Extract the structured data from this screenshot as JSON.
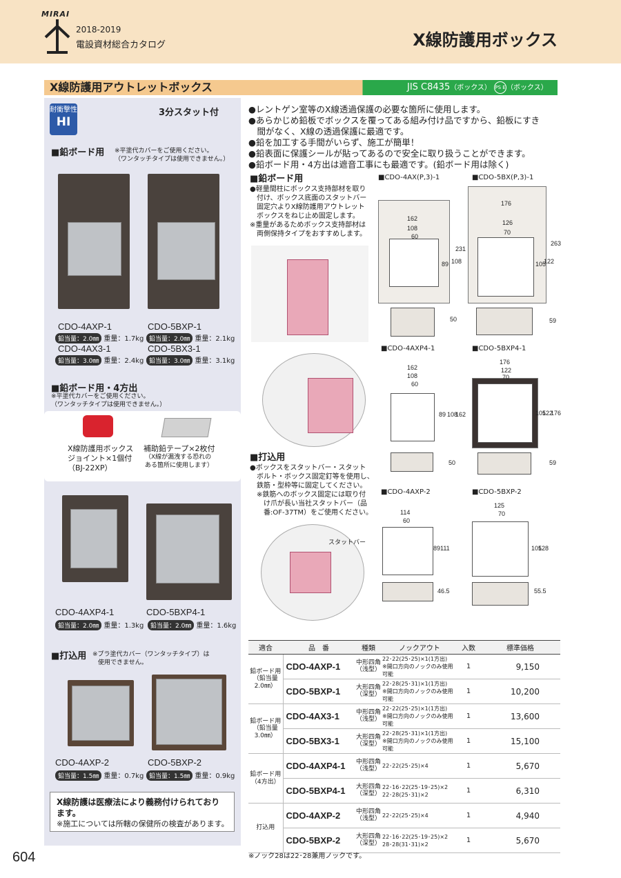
{
  "header": {
    "logo": "MIRAI",
    "year": "2018-2019",
    "catalog": "電設資材総合カタログ",
    "page_title": "X線防護用ボックス"
  },
  "section": {
    "title": "X線防護用アウトレットボックス",
    "jis": "JIS C8435",
    "jis_suffix": "（ボックス）",
    "ps_mark": "PS E",
    "ps_suffix": "（ボックス）"
  },
  "left": {
    "badge_top": "耐衝撃性",
    "badge_main": "HI",
    "stud": "3分スタット付",
    "lead_board": "■鉛ボード用",
    "lead_board_note1": "※平塗代カバーをご使用ください。",
    "lead_board_note2": "（ワンタッチタイプは使用できません。）",
    "m1": "CDO-4AXP-1",
    "m2": "CDO-5BXP-1",
    "m1_spec_label": "鉛当量：2.0㎜",
    "m1_spec_weight": "重量：1.7kg",
    "m2_spec_label": "鉛当量：2.0㎜",
    "m2_spec_weight": "重量：2.1kg",
    "m3": "CDO-4AX3-1",
    "m4": "CDO-5BX3-1",
    "m3_spec_label": "鉛当量：3.0㎜",
    "m3_spec_weight": "重量：2.4kg",
    "m4_spec_label": "鉛当量：3.0㎜",
    "m4_spec_weight": "重量：3.1kg",
    "lead4": "■鉛ボード用・4方出",
    "lead4_note1": "※平塗代カバーをご使用ください。",
    "lead4_note2": "（ワンタッチタイプは使用できません。）",
    "joint1": "X線防護用ボックス",
    "joint2": "ジョイント×1個付",
    "joint3": "（BJ-22XP）",
    "tape1": "補助鉛テープ×2枚付",
    "tape2": "（X線が漏洩する恐れの",
    "tape3": "ある箇所に使用します）",
    "m5": "CDO-4AXP4-1",
    "m6": "CDO-5BXP4-1",
    "m5_spec_label": "鉛当量：2.0㎜",
    "m5_spec_weight": "重量：1.3kg",
    "m6_spec_label": "鉛当量：2.0㎜",
    "m6_spec_weight": "重量：1.6kg",
    "uchikomi": "■打込用",
    "uchikomi_note1": "※プラ塗代カバー（ワンタッチタイプ）は",
    "uchikomi_note2": "使用できません。",
    "m7": "CDO-4AXP-2",
    "m8": "CDO-5BXP-2",
    "m7_spec_label": "鉛当量：1.5㎜",
    "m7_spec_weight": "重量：0.7kg",
    "m8_spec_label": "鉛当量：1.5㎜",
    "m8_spec_weight": "重量：0.9kg",
    "law1": "X線防護は医療法により義務付けられており",
    "law2": "ます。",
    "law3": "※施工については所轄の保健所の検査があります。"
  },
  "bullets": [
    "●レントゲン室等のX線透過保護の必要な箇所に使用します。",
    "●あらかじめ鉛板でボックスを覆ってある組み付け品ですから、鉛板にすき",
    "　間がなく、X線の透過保護に最適です。",
    "●鉛を加工する手間がいらず、施工が簡単！",
    "●鉛表面に保護シールが貼ってあるので安全に取り扱うことができます。",
    "●鉛ボード用・4方出は遮音工事にも最適です。(鉛ボード用は除く)"
  ],
  "mid": {
    "lead_title": "■鉛ボード用",
    "lead_notes": [
      "●軽量間柱にボックス支持部材を取り",
      "　付け、ボックス底面のスタットバー",
      "　固定穴よりX線防護用アウトレット",
      "　ボックスをねじ止め固定します。",
      "※重量があるためボックス支持部材は",
      "　両側保持タイプをおすすめします。"
    ],
    "uchi_title": "■打込用",
    "uchi_notes": [
      "●ボックスをスタットバー・スタット",
      "　ボルト・ボックス固定釘等を使用し、",
      "　鉄筋・型枠等に固定してください。",
      "　※鉄筋へのボックス固定には取り付",
      "　　け爪が長い当社スタットバー（品",
      "　　番:OF-37TM）をご使用ください。"
    ],
    "stud_bar": "スタットバー"
  },
  "diagrams": [
    {
      "label": "■CDO-4AX(P,3)-1",
      "dims": [
        "162",
        "108",
        "60",
        "89",
        "108",
        "231",
        "50"
      ]
    },
    {
      "label": "■CDO-5BX(P,3)-1",
      "dims": [
        "176",
        "126",
        "70",
        "105",
        "122",
        "263",
        "59"
      ]
    },
    {
      "label": "■CDO-4AXP4-1",
      "dims": [
        "162",
        "108",
        "60",
        "89",
        "108",
        "162",
        "50"
      ]
    },
    {
      "label": "■CDO-5BXP4-1",
      "dims": [
        "176",
        "122",
        "70",
        "105",
        "122",
        "176",
        "59"
      ]
    },
    {
      "label": "■CDO-4AXP-2",
      "dims": [
        "114",
        "60",
        "89",
        "111",
        "46.5"
      ]
    },
    {
      "label": "■CDO-5BXP-2",
      "dims": [
        "125",
        "70",
        "105",
        "128",
        "55.5"
      ]
    }
  ],
  "table": {
    "headers": [
      "適合",
      "品　番",
      "種類",
      "ノックアウト",
      "入数",
      "標準価格"
    ],
    "groups": [
      {
        "name": "鉛ボード用（鉛当量2.0㎜）"
      },
      {
        "name": "鉛ボード用（鉛当量3.0㎜）"
      },
      {
        "name": "鉛ボード用（4方出）"
      },
      {
        "name": "打込用"
      }
    ],
    "rows": [
      {
        "model": "CDO-4AXP-1",
        "type": "中形四角（浅型）",
        "knock": "22･22(25･25)×1(1方出)",
        "knock_note": "※開口方向のノックのみ使用可能",
        "qty": "1",
        "price": "9,150"
      },
      {
        "model": "CDO-5BXP-1",
        "type": "大形四角（深型）",
        "knock": "22･28(25･31)×1(1方出)",
        "knock_note": "※開口方向のノックのみ使用可能",
        "qty": "1",
        "price": "10,200"
      },
      {
        "model": "CDO-4AX3-1",
        "type": "中形四角（浅型）",
        "knock": "22･22(25･25)×1(1方出)",
        "knock_note": "※開口方向のノックのみ使用可能",
        "qty": "1",
        "price": "13,600"
      },
      {
        "model": "CDO-5BX3-1",
        "type": "大形四角（深型）",
        "knock": "22･28(25･31)×1(1方出)",
        "knock_note": "※開口方向のノックのみ使用可能",
        "qty": "1",
        "price": "15,100"
      },
      {
        "model": "CDO-4AXP4-1",
        "type": "中形四角（浅型）",
        "knock": "22･22(25･25)×4",
        "knock_note": "",
        "qty": "1",
        "price": "5,670"
      },
      {
        "model": "CDO-5BXP4-1",
        "type": "大形四角（深型）",
        "knock": "22･16･22(25･19･25)×2",
        "knock_note": "22･28(25･31)×2",
        "qty": "1",
        "price": "6,310"
      },
      {
        "model": "CDO-4AXP-2",
        "type": "中形四角（浅型）",
        "knock": "22･22(25･25)×4",
        "knock_note": "",
        "qty": "1",
        "price": "4,940"
      },
      {
        "model": "CDO-5BXP-2",
        "type": "大形四角（深型）",
        "knock": "22･16･22(25･19･25)×2",
        "knock_note": "28･28(31･31)×2",
        "qty": "1",
        "price": "5,670"
      }
    ]
  },
  "footnote": "※ノック28は22･28兼用ノックです。",
  "page_number": "604"
}
